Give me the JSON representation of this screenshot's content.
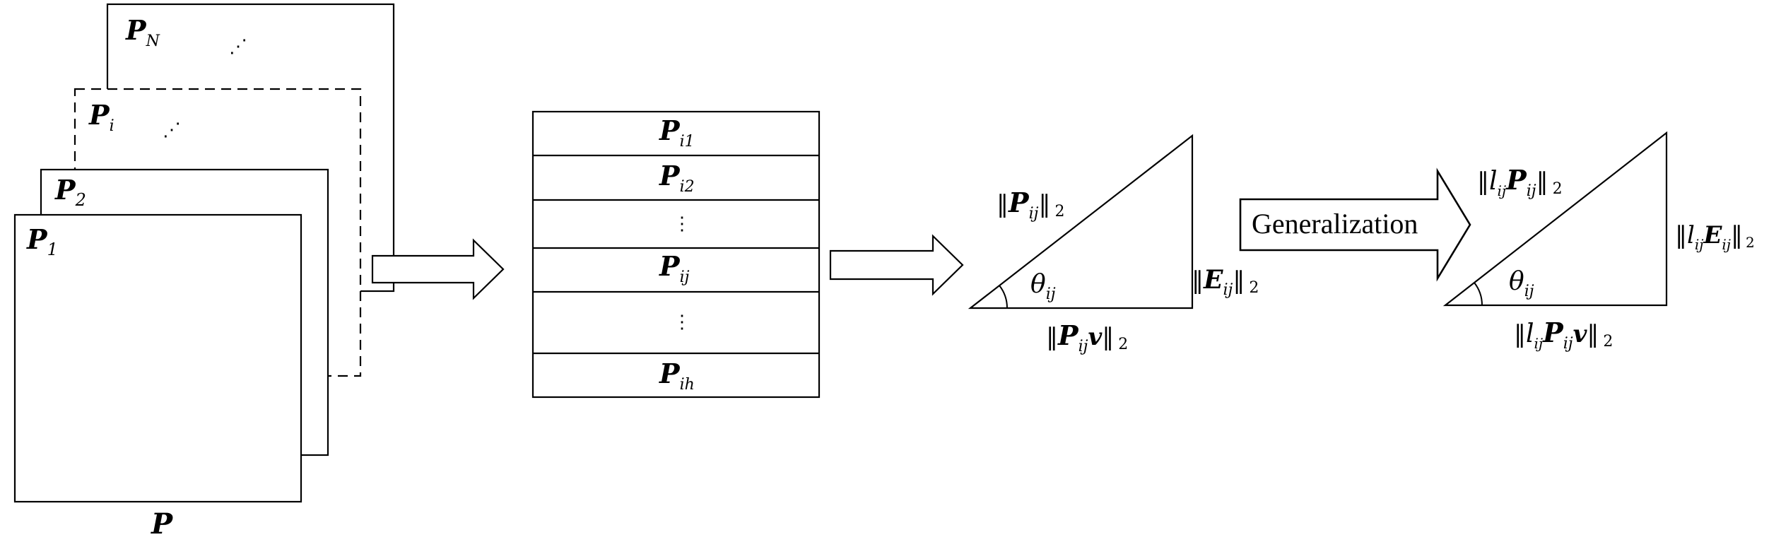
{
  "stack": {
    "matrices": [
      {
        "base": "P",
        "sub": "N",
        "dots": "⋰"
      },
      {
        "base": "P",
        "sub": "i",
        "dots": "⋰"
      },
      {
        "base": "P",
        "sub": "2"
      },
      {
        "base": "P",
        "sub": "1"
      }
    ],
    "caption": "P"
  },
  "column": {
    "rows": [
      {
        "base": "P",
        "sub": "i1"
      },
      {
        "base": "P",
        "sub": "i2"
      },
      {
        "dots": "⋮"
      },
      {
        "base": "P",
        "sub": "ij"
      },
      {
        "dots": "⋮"
      },
      {
        "base": "P",
        "sub": "ih"
      }
    ]
  },
  "triangle1": {
    "hyp": {
      "open": "‖",
      "base": "P",
      "sub": "ij",
      "close": "‖",
      "norm": "2"
    },
    "side": {
      "open": "‖",
      "base": "E",
      "sub": "ij",
      "close": "‖",
      "norm": "2"
    },
    "bottom": {
      "open": "‖",
      "base": "P",
      "sub": "ij",
      "vec": "v",
      "close": "‖",
      "norm": "2"
    },
    "angle": {
      "base": "θ",
      "sub": "ij"
    }
  },
  "generalization_label": "Generalization",
  "triangle2": {
    "hyp": {
      "open": "‖",
      "scal": "l",
      "scal_sub": "ij",
      "base": "P",
      "sub": "ij",
      "close": "‖",
      "norm": "2"
    },
    "side": {
      "open": "‖",
      "scal": "l",
      "scal_sub": "ij",
      "base": "E",
      "sub": "ij",
      "close": "‖",
      "norm": "2"
    },
    "bottom": {
      "open": "‖",
      "scal": "l",
      "scal_sub": "ij",
      "base": "P",
      "sub": "ij",
      "vec": "v",
      "close": "‖",
      "norm": "2"
    },
    "angle": {
      "base": "θ",
      "sub": "ij"
    }
  }
}
